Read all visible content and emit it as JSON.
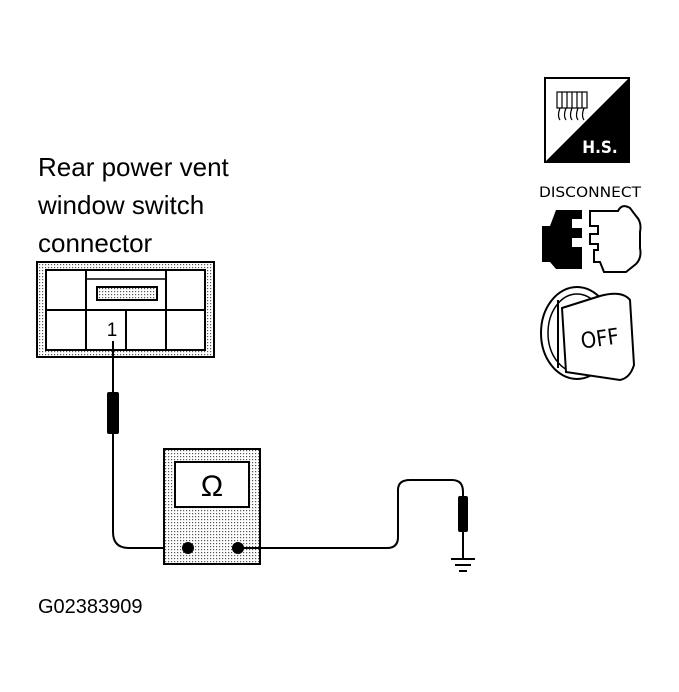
{
  "title_lines": [
    "Rear power vent",
    "window switch",
    "connector"
  ],
  "pin_label": "1",
  "meter_symbol": "Ω",
  "figure_code": "G02383909",
  "icons": {
    "hs_label": "H.S.",
    "disconnect_label": "DISCONNECT",
    "key_label": "OFF"
  }
}
